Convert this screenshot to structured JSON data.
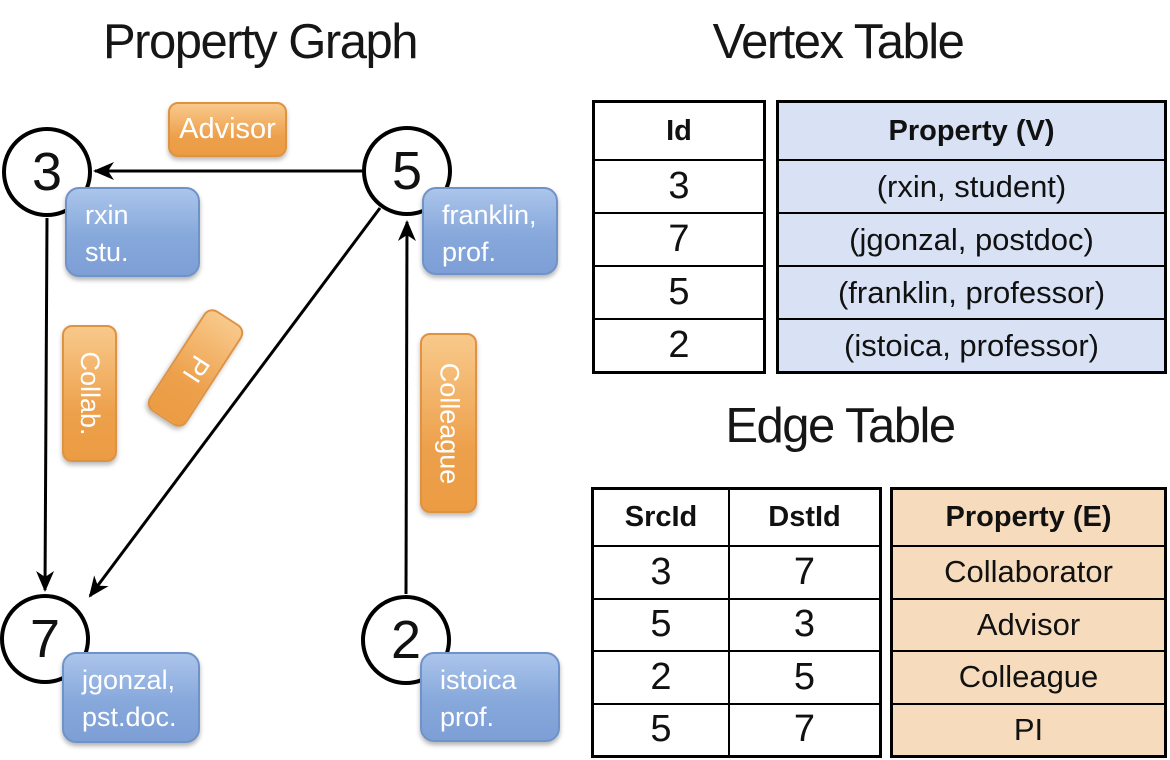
{
  "titles": {
    "graph": "Property Graph",
    "vertex": "Vertex Table",
    "edge": "Edge Table"
  },
  "graph": {
    "nodes": [
      {
        "id": "3",
        "label_line1": "rxin",
        "label_line2": "stu."
      },
      {
        "id": "5",
        "label_line1": "franklin,",
        "label_line2": "prof."
      },
      {
        "id": "7",
        "label_line1": "jgonzal,",
        "label_line2": "pst.doc."
      },
      {
        "id": "2",
        "label_line1": "istoica",
        "label_line2": "prof."
      }
    ],
    "edge_labels": {
      "advisor": "Advisor",
      "collab": "Collab.",
      "pi": "PI",
      "colleague": "Colleague"
    }
  },
  "vertex_table": {
    "columns": {
      "id": "Id",
      "property": "Property (V)"
    },
    "rows": [
      {
        "id": "3",
        "property": "(rxin, student)"
      },
      {
        "id": "7",
        "property": "(jgonzal, postdoc)"
      },
      {
        "id": "5",
        "property": "(franklin, professor)"
      },
      {
        "id": "2",
        "property": "(istoica, professor)"
      }
    ]
  },
  "edge_table": {
    "columns": {
      "src": "SrcId",
      "dst": "DstId",
      "property": "Property (E)"
    },
    "rows": [
      {
        "src": "3",
        "dst": "7",
        "property": "Collaborator"
      },
      {
        "src": "5",
        "dst": "3",
        "property": "Advisor"
      },
      {
        "src": "2",
        "dst": "5",
        "property": "Colleague"
      },
      {
        "src": "5",
        "dst": "7",
        "property": "PI"
      }
    ]
  },
  "colors": {
    "edge_label_orange": "#eda04b",
    "vertex_label_blue": "#7fa2d8",
    "vertex_cell_blue": "#d8e2f4",
    "edge_cell_tan": "#f6dcbd",
    "line_black": "#000000"
  }
}
